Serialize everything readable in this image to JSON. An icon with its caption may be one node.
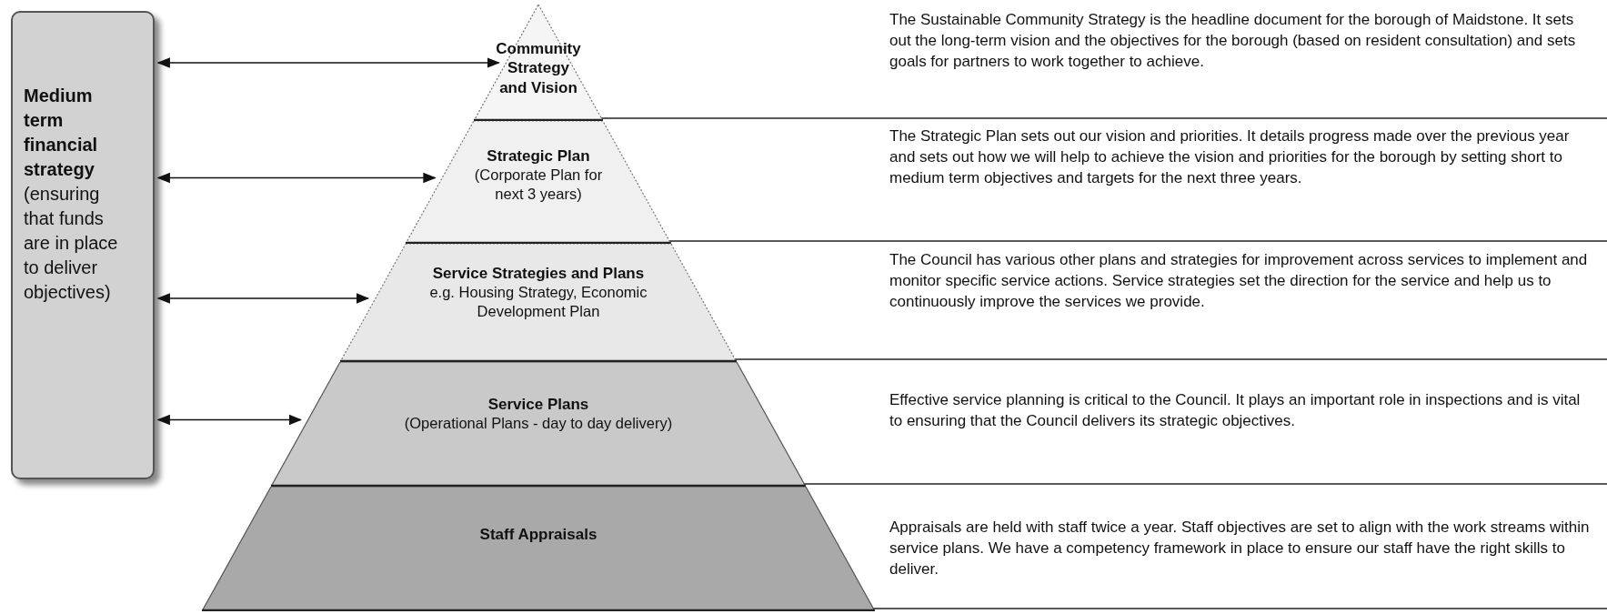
{
  "diagram": {
    "nodes": [
      {
        "text": [
          "Medium term financial strategy",
          "(ensuring that funds are in place to deliver objectives)"
        ]
      },
      {
        "text": [
          "Community Strategy and Vision"
        ]
      },
      {
        "text": [
          "Strategic Plan",
          "(Corporate Plan for next 3 years)"
        ]
      },
      {
        "text": [
          "Service Strategies and Plans",
          "e.g. Housing Strategy, Economic Development Plan"
        ]
      },
      {
        "text": [
          "Service Plans",
          "(Operational Plans - day to day delivery)"
        ]
      },
      {
        "text": [
          "Staff Appraisals"
        ]
      }
    ],
    "edges": [
      {
        "from": 0,
        "to": 1,
        "arrow": "both"
      },
      {
        "from": 0,
        "to": 2,
        "arrow": "both"
      },
      {
        "from": 0,
        "to": 3,
        "arrow": "both"
      },
      {
        "from": 0,
        "to": 4,
        "arrow": "both"
      }
    ],
    "labels": [
      "The Sustainable Community Strategy is the headline document for the borough of Maidstone.  It sets out the long-term vision and the objectives for the borough (based on resident consultation) and sets goals for partners to work together to achieve.",
      "The Strategic Plan sets out our vision and priorities. It details progress made over the previous year and sets out how we will help to achieve the vision and priorities for the borough by setting short to medium term objectives and targets for the next three years.",
      "The Council has various other plans and strategies for improvement across services to implement and monitor specific service actions. Service strategies set the direction for the service and help us to continuously improve the services we provide.",
      "Effective service planning is critical to the Council. It plays an important role in inspections and is vital to ensuring that the Council delivers its strategic objectives.",
      "Appraisals are held with staff twice a year. Staff objectives are set to align with the work streams within service plans. We have a competency framework in place to ensure our staff have the right skills to deliver."
    ]
  }
}
